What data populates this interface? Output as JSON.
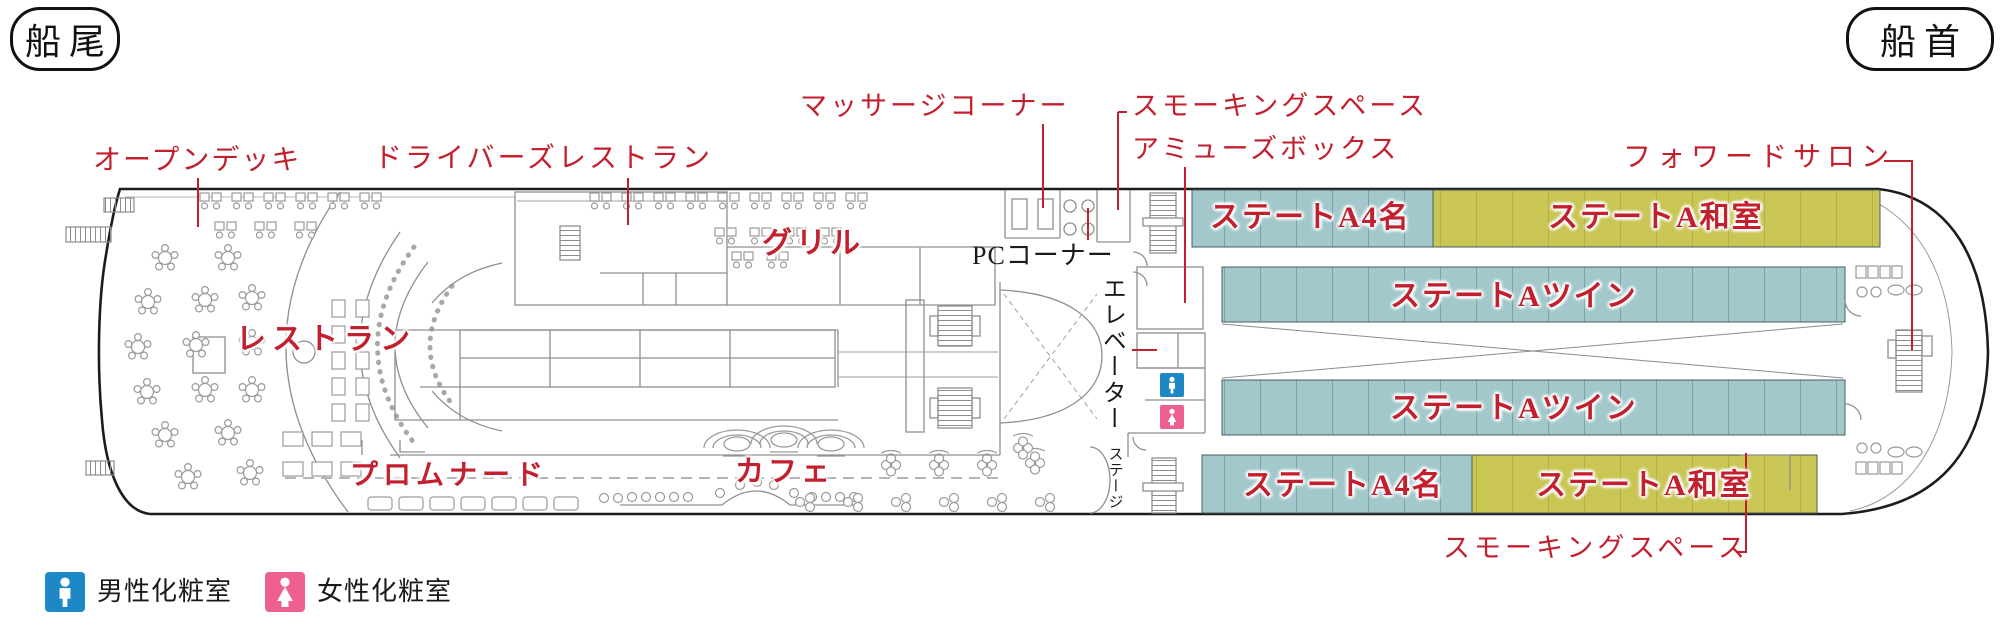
{
  "badges": {
    "stern": "船尾",
    "bow": "船首"
  },
  "labels": {
    "open_deck": "オープンデッキ",
    "drivers_restaurant": "ドライバーズレストラン",
    "massage_corner": "マッサージコーナー",
    "smoking_space_top": "スモーキングスペース",
    "amuse_box": "アミューズボックス",
    "forward_salon": "フォワードサロン",
    "grill": "グリル",
    "pc_corner": "PCコーナー",
    "restaurant": "レストラン",
    "elevator": "エレベーター",
    "stage": "ステージ",
    "promenade": "プロムナード",
    "cafe": "カフェ",
    "smoking_space_bottom": "スモーキングスペース"
  },
  "cabins": {
    "a4": "ステートA4名",
    "washitsu": "ステートA和室",
    "twin": "ステートAツイン"
  },
  "legend": {
    "male": "男性化粧室",
    "female": "女性化粧室"
  },
  "colors": {
    "cabin_teal": "#a2c8cb",
    "cabin_olive": "#c9c654",
    "label_red": "#c2202f",
    "male_blue": "#1e88c7",
    "female_pink": "#ec5f8f"
  }
}
